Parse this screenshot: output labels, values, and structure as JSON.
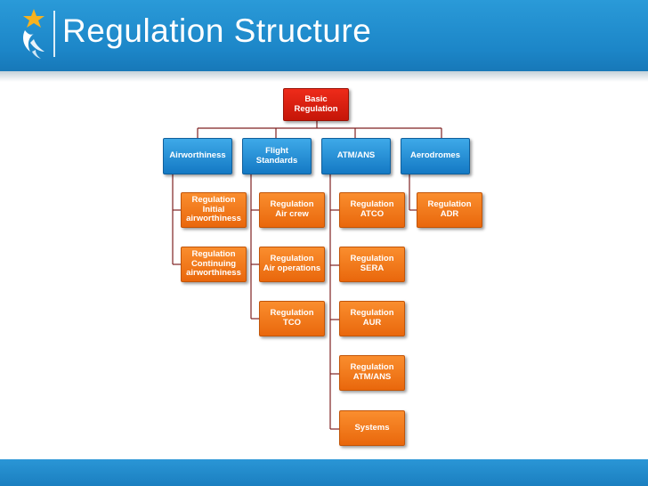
{
  "header": {
    "title": "Regulation Structure",
    "logo_icon": "star-bird-logo-icon"
  },
  "colors": {
    "header_blue": "#1c86c8",
    "root_red": "#d81e0e",
    "category_blue": "#1f8ad4",
    "regulation_orange": "#f07a1a",
    "connector": "#7f2222"
  },
  "diagram": {
    "root": {
      "label": "Basic\nRegulation"
    },
    "columns": [
      {
        "label": "Airworthiness",
        "children": [
          "Regulation\nInitial\nairworthiness",
          "Regulation\nContinuing\nairworthiness"
        ]
      },
      {
        "label": "Flight\nStandards",
        "children": [
          "Regulation\nAir crew",
          "Regulation\nAir operations",
          "Regulation\nTCO"
        ]
      },
      {
        "label": "ATM/ANS",
        "children": [
          "Regulation\nATCO",
          "Regulation\nSERA",
          "Regulation\nAUR",
          "Regulation\nATM/ANS",
          "Systems"
        ]
      },
      {
        "label": "Aerodromes",
        "children": [
          "Regulation\nADR"
        ]
      }
    ]
  }
}
